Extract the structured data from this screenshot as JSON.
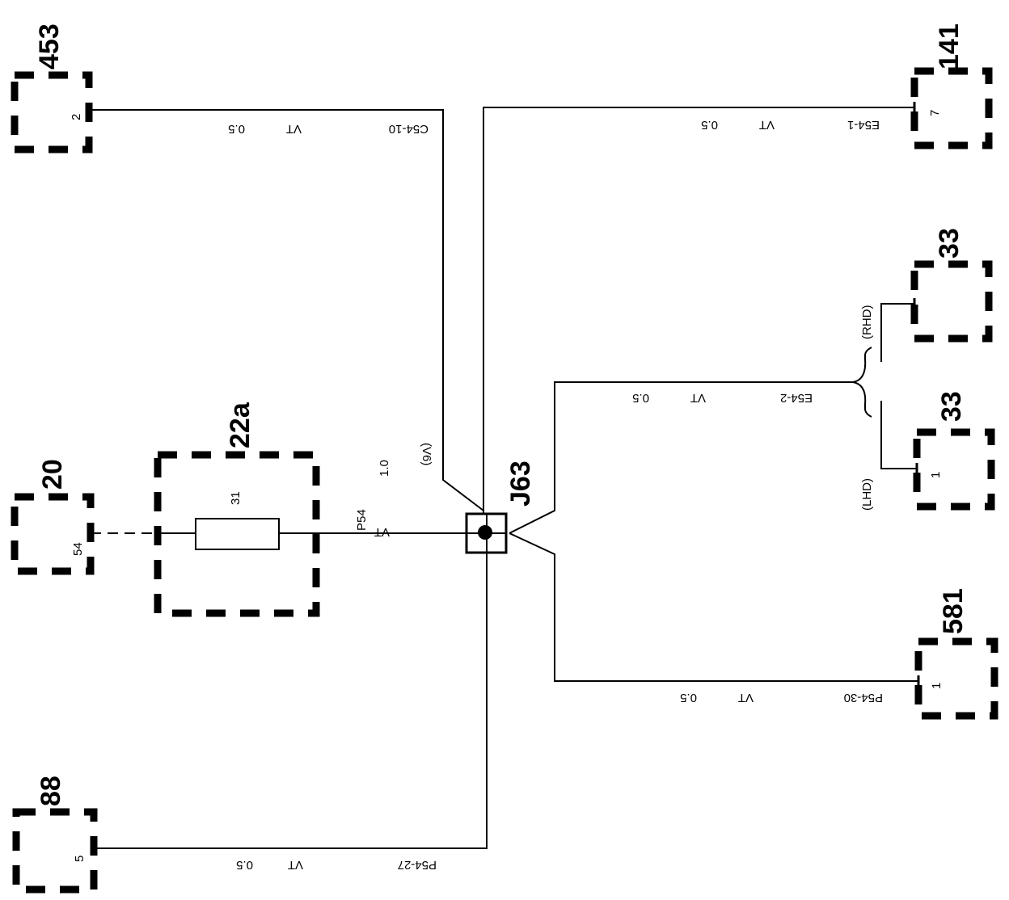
{
  "diagram": {
    "components": {
      "c453": {
        "id": "453",
        "pin": "2"
      },
      "c141": {
        "id": "141",
        "pin": "7"
      },
      "c33_rhd": {
        "id": "33",
        "pin": ""
      },
      "c33_lhd": {
        "id": "33",
        "pin": "1"
      },
      "c20": {
        "id": "20",
        "pin": "54"
      },
      "c22a": {
        "id": "22a",
        "pin": "31"
      },
      "c88": {
        "id": "88",
        "pin": "5"
      },
      "c581": {
        "id": "581",
        "pin": "1"
      },
      "splice": {
        "id": "J63"
      }
    },
    "wires": {
      "w453": {
        "code": "C54-10",
        "color": "VT",
        "size": "0.5"
      },
      "w141": {
        "code": "E54-1",
        "color": "VT",
        "size": "0.5"
      },
      "w33": {
        "code": "E54-2",
        "color": "VT",
        "size": "0.5"
      },
      "w581": {
        "code": "P54-30",
        "color": "VT",
        "size": "0.5"
      },
      "w88": {
        "code": "P54-27",
        "color": "VT",
        "size": "0.5"
      },
      "w22a": {
        "code": "P54",
        "color": "VT",
        "size": "1.0"
      }
    },
    "notes": {
      "v6": "(V6)",
      "rhd": "(RHD)",
      "lhd": "(LHD)"
    }
  }
}
